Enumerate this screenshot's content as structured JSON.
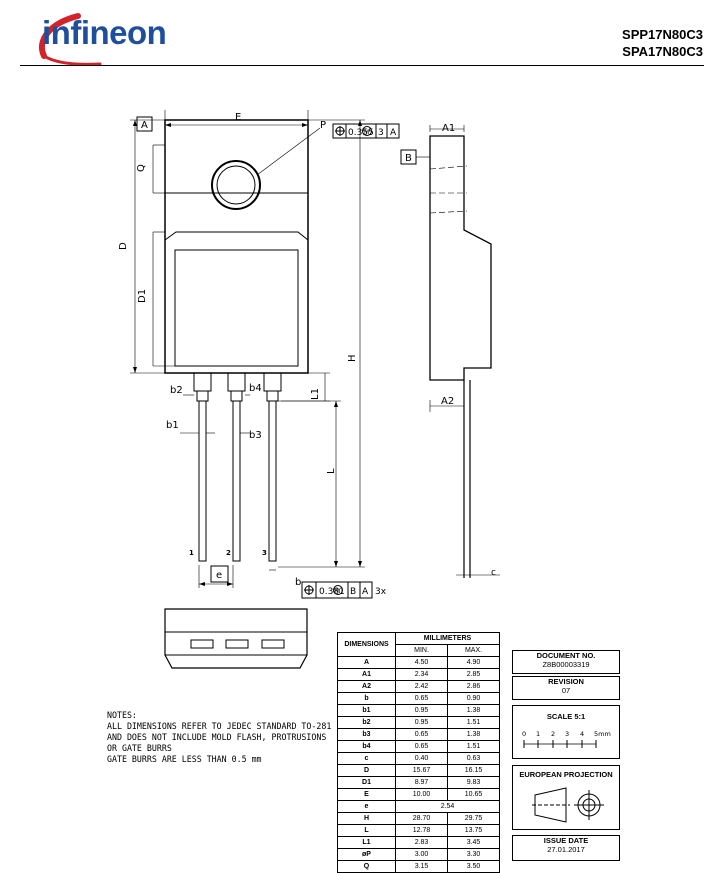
{
  "header": {
    "logo_text": "infineon",
    "part_numbers": [
      "SPP17N80C3",
      "SPA17N80C3"
    ]
  },
  "drawing": {
    "labels": {
      "A": "A",
      "E": "E",
      "P": "P",
      "Q": "Q",
      "D": "D",
      "D1": "D1",
      "H": "H",
      "L": "L",
      "L1": "L1",
      "b1": "b1",
      "b2": "b2",
      "b3": "b3",
      "b4": "b4",
      "e": "e",
      "b": "b",
      "c": "c",
      "A1": "A1",
      "A2": "A2",
      "B": "B"
    },
    "pins": [
      "1",
      "2",
      "3"
    ],
    "tolerance_top": {
      "value": "0.355",
      "mod": "M",
      "ref1": "3",
      "ref2": "A"
    },
    "tolerance_bottom": {
      "value": "0.381",
      "mod": "M",
      "ref1": "B",
      "ref2": "A",
      "mult": "3x"
    }
  },
  "notes": {
    "title": "NOTES:",
    "lines": [
      "ALL DIMENSIONS REFER TO JEDEC STANDARD TO-281",
      "AND DOES NOT INCLUDE MOLD FLASH, PROTRUSIONS",
      "OR GATE BURRS",
      "GATE BURRS ARE LESS THAN 0.5 mm"
    ]
  },
  "dimensions_table": {
    "col_dimensions": "DIMENSIONS",
    "col_group": "MILLIMETERS",
    "col_min": "MIN.",
    "col_max": "MAX.",
    "rows": [
      {
        "sym": "A",
        "min": "4.50",
        "max": "4.90"
      },
      {
        "sym": "A1",
        "min": "2.34",
        "max": "2.85"
      },
      {
        "sym": "A2",
        "min": "2.42",
        "max": "2.86"
      },
      {
        "sym": "b",
        "min": "0.65",
        "max": "0.90"
      },
      {
        "sym": "b1",
        "min": "0.95",
        "max": "1.38"
      },
      {
        "sym": "b2",
        "min": "0.95",
        "max": "1.51"
      },
      {
        "sym": "b3",
        "min": "0.65",
        "max": "1.38"
      },
      {
        "sym": "b4",
        "min": "0.65",
        "max": "1.51"
      },
      {
        "sym": "c",
        "min": "0.40",
        "max": "0.63"
      },
      {
        "sym": "D",
        "min": "15.67",
        "max": "16.15"
      },
      {
        "sym": "D1",
        "min": "8.97",
        "max": "9.83"
      },
      {
        "sym": "E",
        "min": "10.00",
        "max": "10.65"
      },
      {
        "sym": "e",
        "merged": "2.54"
      },
      {
        "sym": "H",
        "min": "28.70",
        "max": "29.75"
      },
      {
        "sym": "L",
        "min": "12.78",
        "max": "13.75"
      },
      {
        "sym": "L1",
        "min": "2.83",
        "max": "3.45"
      },
      {
        "sym": "øP",
        "min": "3.00",
        "max": "3.30"
      },
      {
        "sym": "Q",
        "min": "3.15",
        "max": "3.50"
      }
    ]
  },
  "title_block": {
    "doc_label": "DOCUMENT NO.",
    "doc_value": "Z8B00003319",
    "rev_label": "REVISION",
    "rev_value": "07",
    "scale_label": "SCALE  5:1",
    "scale_ticks": [
      "0",
      "1",
      "2",
      "3",
      "4",
      "5mm"
    ],
    "projection_label": "EUROPEAN PROJECTION",
    "issue_label": "ISSUE DATE",
    "issue_value": "27.01.2017"
  },
  "colors": {
    "logo_blue": "#1F4E9C",
    "logo_red": "#D2232A"
  }
}
